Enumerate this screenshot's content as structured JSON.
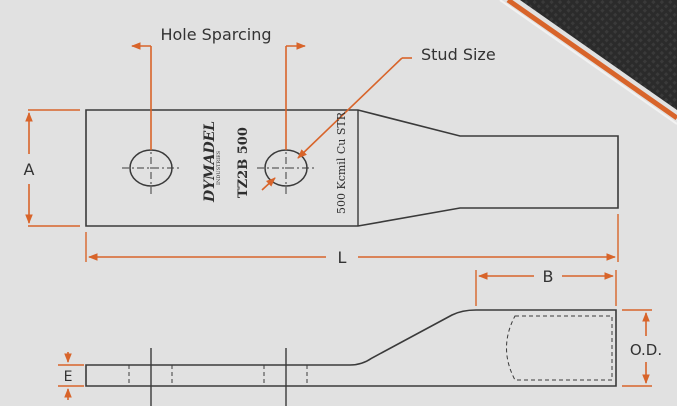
{
  "labels": {
    "hole_spacing": "Hole Sparcing",
    "stud_size": "Stud Size",
    "dim_a": "A",
    "dim_l": "L",
    "dim_b": "B",
    "dim_od": "O.D.",
    "dim_e": "E"
  },
  "part_markings": {
    "brand": "DYMADEL",
    "brand_sub": "INDUSTRIES",
    "model": "TZ2B 500",
    "conductor": "500 Kcmil Cu STR"
  },
  "colors": {
    "background": "#e1e1e1",
    "dimension_orange": "#d8642a",
    "outline": "#3a3a3a",
    "corner_dark": "#2a2a2a"
  }
}
